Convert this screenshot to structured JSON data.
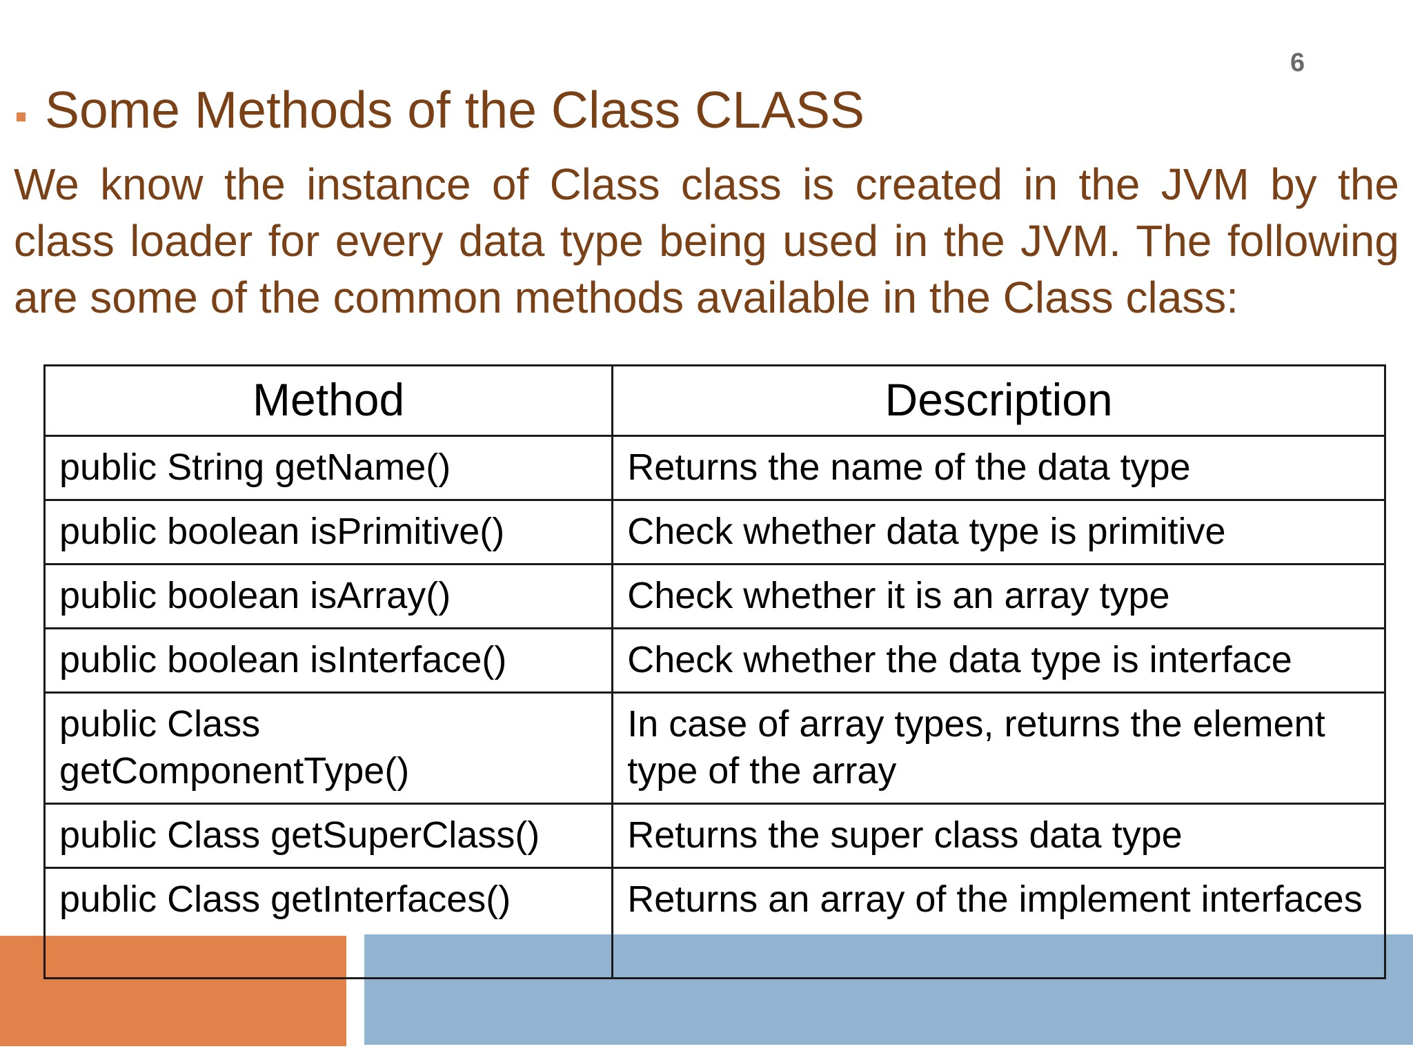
{
  "slide": {
    "page_number": "6",
    "title": "Some Methods of the Class CLASS",
    "intro": "We know the instance of Class class is created in the JVM by the class loader for every data type being used in the JVM. The following are some of the common methods available in the Class class:"
  },
  "table": {
    "headers": [
      "Method",
      "Description"
    ],
    "rows": [
      {
        "method": "public String getName()",
        "description": "Returns the name of the data type"
      },
      {
        "method": "public boolean isPrimitive()",
        "description": "Check whether data type is primitive"
      },
      {
        "method": "public boolean isArray()",
        "description": "Check whether it is an array type"
      },
      {
        "method": "public boolean isInterface()",
        "description": "Check whether the data type is interface"
      },
      {
        "method": "public Class getComponentType()",
        "description": "In case of array types, returns the element type of the array"
      },
      {
        "method": "public Class getSuperClass()",
        "description": "Returns the super class data type"
      },
      {
        "method": "public Class getInterfaces()",
        "description": "Returns an array of the implement interfaces"
      }
    ]
  },
  "colors": {
    "title_text": "#7a4016",
    "bullet": "#e0824a",
    "footer_orange": "#e0824a",
    "footer_blue": "#93b4d1",
    "page_number": "#6b6b6b"
  }
}
